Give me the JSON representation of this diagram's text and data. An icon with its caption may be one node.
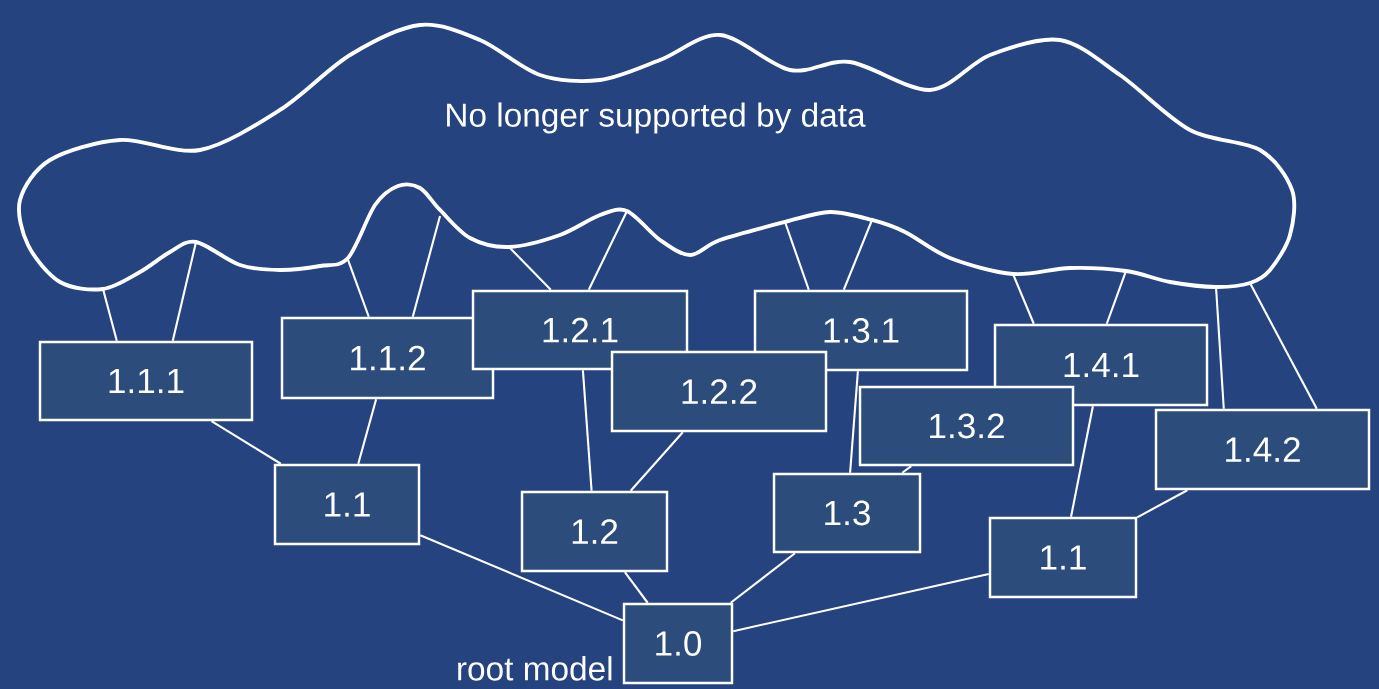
{
  "diagram": {
    "nodes": [
      {
        "text": [
          "No longer supported by data"
        ]
      },
      {
        "text": [
          "1.1.1"
        ]
      },
      {
        "text": [
          "1.1.2"
        ]
      },
      {
        "text": [
          "1.2.1"
        ]
      },
      {
        "text": [
          "1.3.1"
        ]
      },
      {
        "text": [
          "1.2.2"
        ]
      },
      {
        "text": [
          "1.4.1"
        ]
      },
      {
        "text": [
          "1.3.2"
        ]
      },
      {
        "text": [
          "1.4.2"
        ]
      },
      {
        "text": [
          "1.1"
        ]
      },
      {
        "text": [
          "1.3"
        ]
      },
      {
        "text": [
          "1.2"
        ]
      },
      {
        "text": [
          "1.1"
        ]
      },
      {
        "text": [
          "1.0"
        ],
        "beside": [
          "root model"
        ]
      }
    ],
    "edges": [
      {
        "from": 0,
        "to": 1,
        "arrow": "none"
      },
      {
        "from": 0,
        "to": 1,
        "arrow": "none"
      },
      {
        "from": 0,
        "to": 2,
        "arrow": "none"
      },
      {
        "from": 0,
        "to": 2,
        "arrow": "none"
      },
      {
        "from": 0,
        "to": 3,
        "arrow": "none"
      },
      {
        "from": 0,
        "to": 3,
        "arrow": "none"
      },
      {
        "from": 0,
        "to": 4,
        "arrow": "none"
      },
      {
        "from": 0,
        "to": 4,
        "arrow": "none"
      },
      {
        "from": 0,
        "to": 6,
        "arrow": "none"
      },
      {
        "from": 0,
        "to": 6,
        "arrow": "none"
      },
      {
        "from": 0,
        "to": 8,
        "arrow": "none"
      },
      {
        "from": 0,
        "to": 8,
        "arrow": "none"
      },
      {
        "from": 1,
        "to": 9,
        "arrow": "none"
      },
      {
        "from": 2,
        "to": 9,
        "arrow": "none"
      },
      {
        "from": 3,
        "to": 11,
        "arrow": "none"
      },
      {
        "from": 5,
        "to": 11,
        "arrow": "none"
      },
      {
        "from": 4,
        "to": 10,
        "arrow": "none"
      },
      {
        "from": 7,
        "to": 10,
        "arrow": "none"
      },
      {
        "from": 6,
        "to": 12,
        "arrow": "none"
      },
      {
        "from": 8,
        "to": 12,
        "arrow": "none"
      },
      {
        "from": 9,
        "to": 13,
        "arrow": "none"
      },
      {
        "from": 11,
        "to": 13,
        "arrow": "none"
      },
      {
        "from": 10,
        "to": 13,
        "arrow": "none"
      },
      {
        "from": 12,
        "to": 13,
        "arrow": "none"
      }
    ]
  }
}
